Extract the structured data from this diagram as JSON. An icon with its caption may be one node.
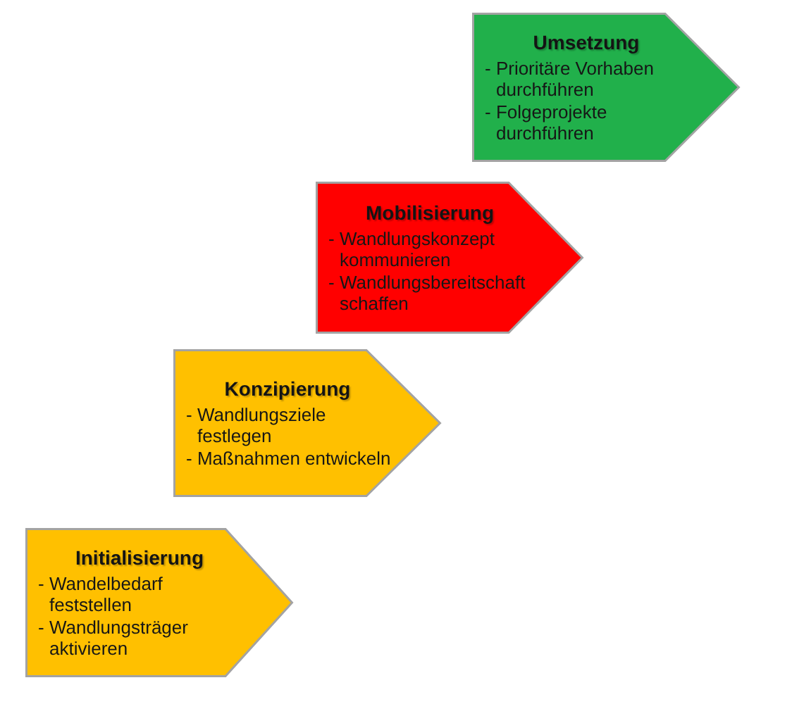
{
  "diagram": {
    "nodes": [
      {
        "text": [
          "Umsetzung",
          "- Prioritäre Vorhaben durchführen",
          "- Folgeprojekte durchführen"
        ]
      },
      {
        "text": [
          "Mobilisierung",
          "- Wandlungskonzept kommunieren",
          "- Wandlungsbereitschaft schaffen"
        ]
      },
      {
        "text": [
          "Konzipierung",
          "- Wandlungsziele festlegen",
          "- Maßnahmen entwickeln"
        ]
      },
      {
        "text": [
          "Initialisierung",
          "- Wandelbedarf feststellen",
          "- Wandlungsträger aktivieren"
        ]
      }
    ]
  }
}
